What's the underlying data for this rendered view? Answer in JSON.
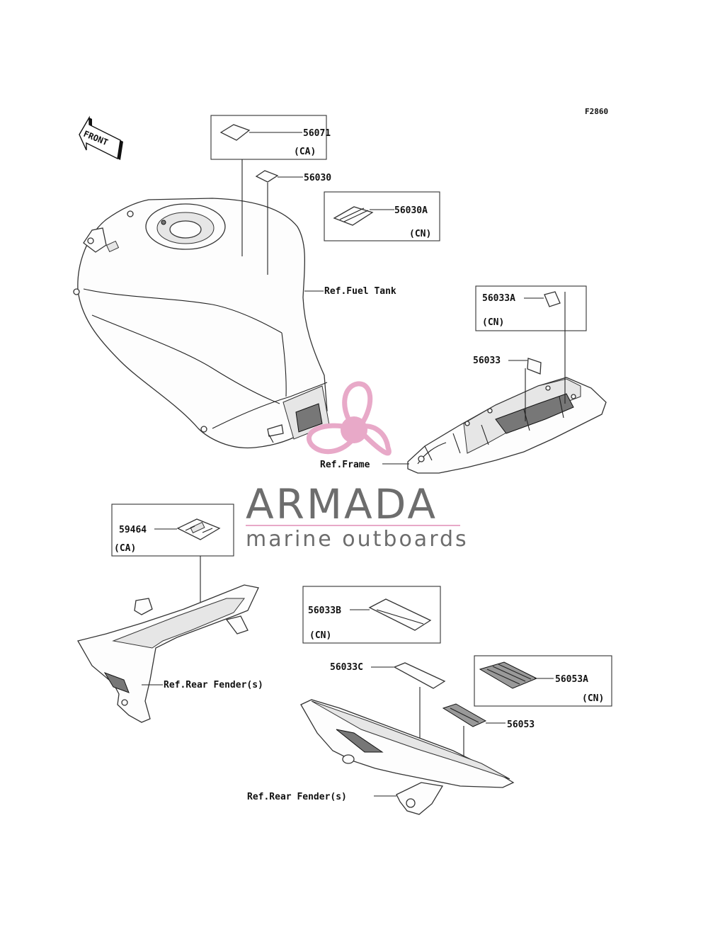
{
  "figure_code": "F2860",
  "front_arrow": {
    "text": "FRONT",
    "icon": "front-direction-arrow-icon"
  },
  "labels": {
    "p56071": "56071",
    "p56071_region": "(CA)",
    "p56030": "56030",
    "p56030A": "56030A",
    "p56030A_region": "(CN)",
    "ref_fuel_tank": "Ref.Fuel Tank",
    "p56033A": "56033A",
    "p56033A_region": "(CN)",
    "p56033": "56033",
    "ref_frame": "Ref.Frame",
    "p59464": "59464",
    "p59464_region": "(CA)",
    "ref_rear_fender_1": "Ref.Rear Fender(s)",
    "p56033B": "56033B",
    "p56033B_region": "(CN)",
    "p56033C": "56033C",
    "p56053A": "56053A",
    "p56053A_region": "(CN)",
    "p56053": "56053",
    "ref_rear_fender_2": "Ref.Rear Fender(s)"
  },
  "watermark": {
    "brand": "ARMADA",
    "tagline": "marine outboards",
    "logo_icon": "propeller-logo-icon",
    "accent_color": "#e8a9c8",
    "text_color": "#6d6d6d"
  }
}
